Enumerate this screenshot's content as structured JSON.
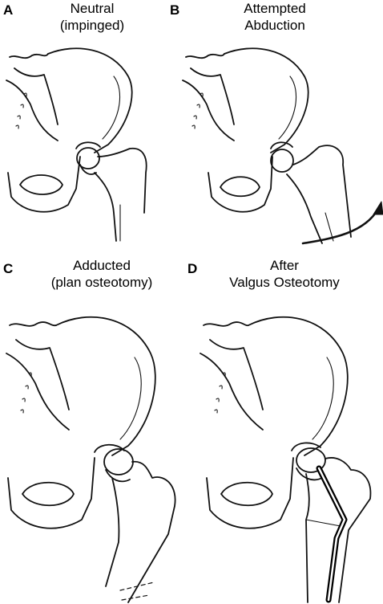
{
  "panels": [
    {
      "letter": "A",
      "title_line1": "Neutral",
      "title_line2": "(impinged)"
    },
    {
      "letter": "B",
      "title_line1": "Attempted",
      "title_line2": "Abduction"
    },
    {
      "letter": "C",
      "title_line1": "Adducted",
      "title_line2": "(plan osteotomy)"
    },
    {
      "letter": "D",
      "title_line1": "After",
      "title_line2": "Valgus Osteotomy"
    }
  ]
}
